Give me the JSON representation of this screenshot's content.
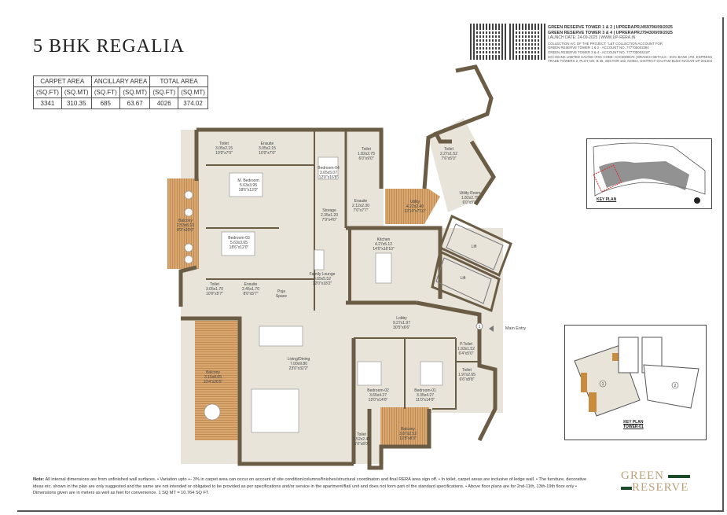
{
  "title": "5 BHK REGALIA",
  "area_table": {
    "headers": [
      "CARPET AREA",
      "ANCILLARY AREA",
      "TOTAL AREA"
    ],
    "units": [
      "(SQ.FT)",
      "(SQ.MT)",
      "(SQ.FT)",
      "(SQ.MT)",
      "(SQ.FT)",
      "(SQ.MT)"
    ],
    "values": [
      "3341",
      "310.35",
      "685",
      "63.67",
      "4026",
      "374.02"
    ]
  },
  "header": {
    "rera_line1": "GREEN RESERVE TOWER 1 & 2 | UPRERAPRJ459796/09/2025",
    "rera_line2": "GREEN RESERVE TOWER 3 & 4 | UPRERAPRJ794300/09/2025",
    "launch": "LAUNCH DATE: 24-09-2025 | WWW.UP-RERA.IN",
    "collection1": "COLLECTION A/C OF THE PROJECT: \"L&T COLLECTION ACCOUNT FOR",
    "collection2": "GREEN RESERVE TOWER 1 & 2 - ACCOUNT NO. 777705003394",
    "collection3": "GREEN RESERVE TOWER 3 & 4 - ACCOUNT NO. 777705003218\"",
    "bank1": "ICICI BANK LIMITED HAVING IFSC CODE: ICIC0000576 | BRANCH DETAILS - ICICI BANK LTD, EXPRESS",
    "bank2": "TRADE TOWERS 2, PLOT NO. B 36, SECTOR 132, NOIDA, DISTRICT GAUTAM BUDH NAGAR UP-201304"
  },
  "rooms": [
    {
      "name": "Toilet",
      "dims": "3.05x2.15",
      "feet": "10'0\"x7'0\""
    },
    {
      "name": "Ensuite",
      "dims": "3.05x2.15",
      "feet": "10'0\"x7'0\""
    },
    {
      "name": "M. Bedroom",
      "dims": "5.63x3.95",
      "feet": "18'6\"x13'0\""
    },
    {
      "name": "Bedroom-04",
      "dims": "3.65x5.07",
      "feet": "12'0\"x16'8\""
    },
    {
      "name": "Toilet",
      "dims": "1.82x2.75",
      "feet": "6'0\"x9'0\""
    },
    {
      "name": "Ensuite",
      "dims": "2.12x2.30",
      "feet": "7'0\"x7'7\""
    },
    {
      "name": "Storage",
      "dims": "2.35x1.20",
      "feet": "7'9\"x4'0\""
    },
    {
      "name": "Utility",
      "dims": "4.22x2.40",
      "feet": "13'10\"x7'10\""
    },
    {
      "name": "Toilet",
      "dims": "2.27x1.52",
      "feet": "7'6\"x5'0\""
    },
    {
      "name": "Utility Room",
      "dims": "1.82x2.75",
      "feet": "6'0\"x9'0\""
    },
    {
      "name": "Balcony",
      "dims": "2.53x6.10",
      "feet": "8'3\"x20'0\""
    },
    {
      "name": "Bedroom-03",
      "dims": "5.63x3.65",
      "feet": "18'6\"x12'0\""
    },
    {
      "name": "Kitchen",
      "dims": "4.27x5.12",
      "feet": "14'0\"x16'10\""
    },
    {
      "name": "Lift",
      "dims": "",
      "feet": ""
    },
    {
      "name": "Lift",
      "dims": "",
      "feet": ""
    },
    {
      "name": "Family Lounge",
      "dims": "3.65x5.52",
      "feet": "12'0\"x18'2\""
    },
    {
      "name": "Toilet",
      "dims": "3.05x1.70",
      "feet": "10'0\"x5'7\""
    },
    {
      "name": "Ensuite",
      "dims": "2.45x1.70",
      "feet": "8'0\"x5'7\""
    },
    {
      "name": "Puja",
      "dims": "Space",
      "feet": ""
    },
    {
      "name": "Lobby",
      "dims": "9.27x1.97",
      "feet": "30'5\"x6'6\""
    },
    {
      "name": "Living/Dining",
      "dims": "7.00x9.80",
      "feet": "23'0\"x32'2\""
    },
    {
      "name": "Balcony",
      "dims": "3.15x8.05",
      "feet": "10'4\"x26'5\""
    },
    {
      "name": "Bedroom-02",
      "dims": "3.65x4.27",
      "feet": "12'0\"x14'0\""
    },
    {
      "name": "Bedroom-01",
      "dims": "3.35x4.27",
      "feet": "11'0\"x14'0\""
    },
    {
      "name": "P.Toilet",
      "dims": "1.93x1.52",
      "feet": "6'4\"x5'0\""
    },
    {
      "name": "Toilet",
      "dims": "1.97x2.65",
      "feet": "6'6\"x8'8\""
    },
    {
      "name": "Toilet",
      "dims": "1.52x2.42",
      "feet": "5'0\"x8'0\""
    },
    {
      "name": "Balcony",
      "dims": "3.87x2.52",
      "feet": "12'8\"x8'3\""
    }
  ],
  "main_entry": "Main Entry",
  "entry_marker": "1",
  "key_plan_1": {
    "label": "KEY PLAN"
  },
  "key_plan_2": {
    "label": "KEY PLAN",
    "sublabel": "TOWER-01",
    "unit_1": "1",
    "unit_2": "2"
  },
  "note": {
    "label": "Note:",
    "text": "All internal dimensions are from unfinished wall surfaces. • Variation upto +- 3% in carpet area can occur on account of site condition/columns/finishes/structural coordinaton and final RERA area sign off. • In toilet, carpet areas are inclusive of ledge wall. • The furniture, decorative ideas etc. shown in the plan are only suggested and the same are not intended or obligated to be provided as per specifications and/or service in the apartment/flat/ unit and does not form part of the standard specifications. • Above floor plans are for 2nd-11th, 13th-19th floor only • Dimensions given are in meters as well as feet for convenience. 1 SQ MT = 10.764 SQ FT."
  },
  "logo": {
    "line1": "GREEN",
    "line2": "RESERVE"
  },
  "colors": {
    "wall": "#6b5d45",
    "floor": "#e8e4da",
    "deck": "#d7a46a",
    "logo_gold": "#b9a27a",
    "logo_green": "#1c4b2c"
  }
}
